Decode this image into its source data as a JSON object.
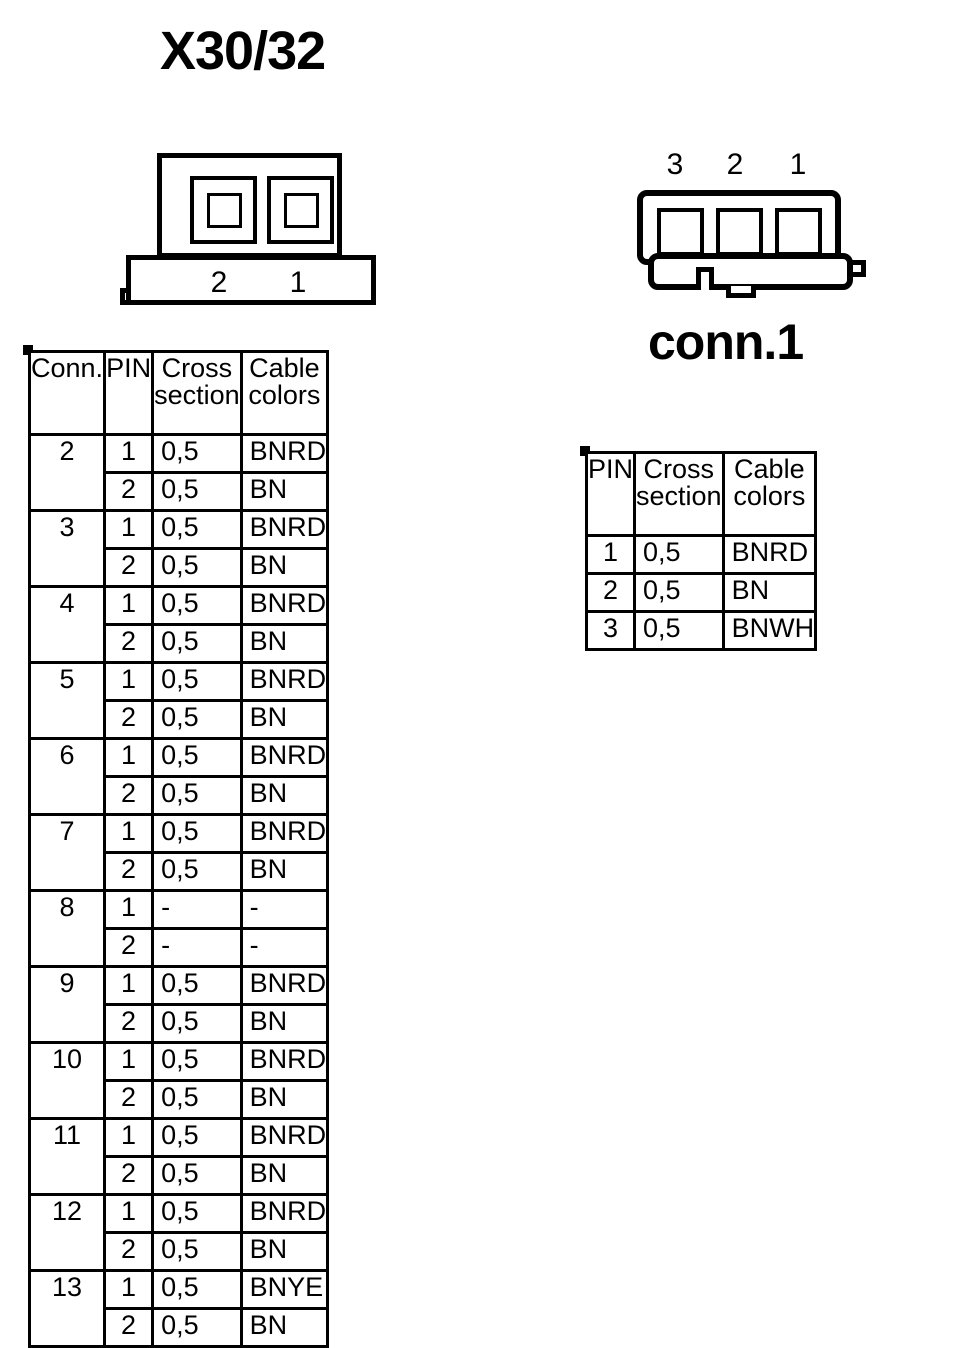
{
  "title": "X30/32",
  "connector_left": {
    "name": "connector-x3032",
    "pin_labels": [
      "2",
      "1"
    ]
  },
  "connector_right": {
    "name": "conn.1",
    "label": "conn.1",
    "pin_labels": [
      "3",
      "2",
      "1"
    ]
  },
  "main_table": {
    "headers": {
      "conn": "Conn.",
      "pin": "PIN",
      "cross_line1": "Cross",
      "cross_line2": "section",
      "color_line1": "Cable",
      "color_line2": "colors"
    },
    "groups": [
      {
        "conn": "2",
        "rows": [
          {
            "pin": "1",
            "cross": "0,5",
            "color": "BNRD"
          },
          {
            "pin": "2",
            "cross": "0,5",
            "color": "BN"
          }
        ]
      },
      {
        "conn": "3",
        "rows": [
          {
            "pin": "1",
            "cross": "0,5",
            "color": "BNRD"
          },
          {
            "pin": "2",
            "cross": "0,5",
            "color": "BN"
          }
        ]
      },
      {
        "conn": "4",
        "rows": [
          {
            "pin": "1",
            "cross": "0,5",
            "color": "BNRD"
          },
          {
            "pin": "2",
            "cross": "0,5",
            "color": "BN"
          }
        ]
      },
      {
        "conn": "5",
        "rows": [
          {
            "pin": "1",
            "cross": "0,5",
            "color": "BNRD"
          },
          {
            "pin": "2",
            "cross": "0,5",
            "color": "BN"
          }
        ]
      },
      {
        "conn": "6",
        "rows": [
          {
            "pin": "1",
            "cross": "0,5",
            "color": "BNRD"
          },
          {
            "pin": "2",
            "cross": "0,5",
            "color": "BN"
          }
        ]
      },
      {
        "conn": "7",
        "rows": [
          {
            "pin": "1",
            "cross": "0,5",
            "color": "BNRD"
          },
          {
            "pin": "2",
            "cross": "0,5",
            "color": "BN"
          }
        ]
      },
      {
        "conn": "8",
        "rows": [
          {
            "pin": "1",
            "cross": "-",
            "color": "-"
          },
          {
            "pin": "2",
            "cross": "-",
            "color": "-"
          }
        ]
      },
      {
        "conn": "9",
        "rows": [
          {
            "pin": "1",
            "cross": "0,5",
            "color": "BNRD"
          },
          {
            "pin": "2",
            "cross": "0,5",
            "color": "BN"
          }
        ]
      },
      {
        "conn": "10",
        "rows": [
          {
            "pin": "1",
            "cross": "0,5",
            "color": "BNRD"
          },
          {
            "pin": "2",
            "cross": "0,5",
            "color": "BN"
          }
        ]
      },
      {
        "conn": "11",
        "rows": [
          {
            "pin": "1",
            "cross": "0,5",
            "color": "BNRD"
          },
          {
            "pin": "2",
            "cross": "0,5",
            "color": "BN"
          }
        ]
      },
      {
        "conn": "12",
        "rows": [
          {
            "pin": "1",
            "cross": "0,5",
            "color": "BNRD"
          },
          {
            "pin": "2",
            "cross": "0,5",
            "color": "BN"
          }
        ]
      },
      {
        "conn": "13",
        "rows": [
          {
            "pin": "1",
            "cross": "0,5",
            "color": "BNYE"
          },
          {
            "pin": "2",
            "cross": "0,5",
            "color": "BN"
          }
        ]
      }
    ]
  },
  "conn1_table": {
    "headers": {
      "pin": "PIN",
      "cross_line1": "Cross",
      "cross_line2": "section",
      "color_line1": "Cable",
      "color_line2": "colors"
    },
    "rows": [
      {
        "pin": "1",
        "cross": "0,5",
        "color": "BNRD"
      },
      {
        "pin": "2",
        "cross": "0,5",
        "color": "BN"
      },
      {
        "pin": "3",
        "cross": "0,5",
        "color": "BNWH"
      }
    ]
  }
}
